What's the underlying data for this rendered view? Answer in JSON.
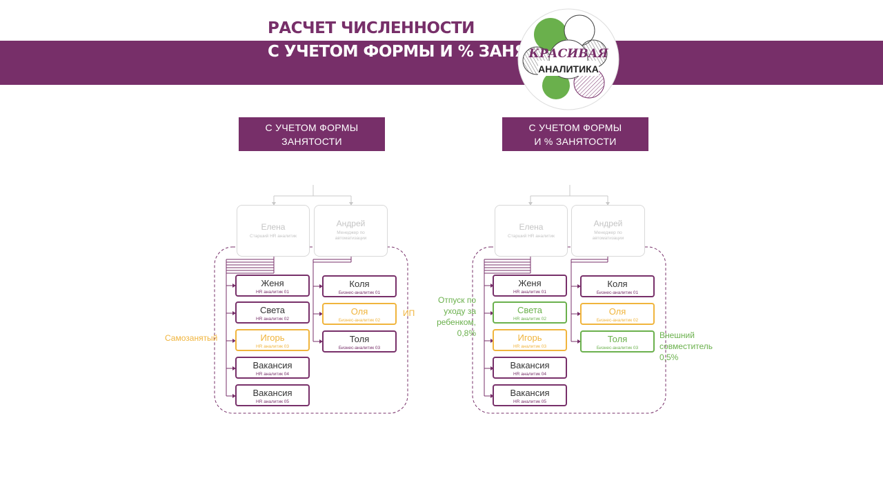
{
  "header": {
    "title_line1": "РАСЧЕТ ЧИСЛЕННОСТИ",
    "title_line2": "С УЧЕТОМ ФОРМЫ И % ЗАНЯТОСТИ",
    "logo_line1": "КРАСИВАЯ",
    "logo_line2": "АНАЛИТИКА"
  },
  "left": {
    "head_line1": "С УЧЕТОМ ФОРМЫ",
    "head_line2": "ЗАНЯТОСТИ",
    "managers": [
      {
        "name": "Елена",
        "role": "Старший HR аналитик"
      },
      {
        "name": "Андрей",
        "role": "Менеджер по автоматизации"
      }
    ],
    "team_a": [
      {
        "name": "Женя",
        "role": "HR аналитик 01",
        "status": "default"
      },
      {
        "name": "Света",
        "role": "HR аналитик 02",
        "status": "default"
      },
      {
        "name": "Игорь",
        "role": "HR аналитик 03",
        "status": "self-employed"
      },
      {
        "name": "Вакансия",
        "role": "HR аналитик 04",
        "status": "default"
      },
      {
        "name": "Вакансия",
        "role": "HR аналитик 05",
        "status": "default"
      }
    ],
    "team_b": [
      {
        "name": "Коля",
        "role": "Бизнес-аналитик 01",
        "status": "default"
      },
      {
        "name": "Оля",
        "role": "Бизнес-аналитик 02",
        "status": "ip"
      },
      {
        "name": "Толя",
        "role": "Бизнес-аналитик 03",
        "status": "default"
      }
    ],
    "notes": {
      "self_employed": "Самозанятый",
      "ip": "ИП"
    }
  },
  "right": {
    "head_line1": "С УЧЕТОМ ФОРМЫ",
    "head_line2": "И % ЗАНЯТОСТИ",
    "managers": [
      {
        "name": "Елена",
        "role": "Старший HR аналитик"
      },
      {
        "name": "Андрей",
        "role": "Менеджер по автоматизации"
      }
    ],
    "team_a": [
      {
        "name": "Женя",
        "role": "HR аналитик 01",
        "status": "default"
      },
      {
        "name": "Света",
        "role": "HR аналитик 02",
        "status": "leave"
      },
      {
        "name": "Игорь",
        "role": "HR аналитик 03",
        "status": "self-employed"
      },
      {
        "name": "Вакансия",
        "role": "HR аналитик 04",
        "status": "default"
      },
      {
        "name": "Вакансия",
        "role": "HR аналитик 05",
        "status": "default"
      }
    ],
    "team_b": [
      {
        "name": "Коля",
        "role": "Бизнес-аналитик 01",
        "status": "default"
      },
      {
        "name": "Оля",
        "role": "Бизнес-аналитик 02",
        "status": "ip"
      },
      {
        "name": "Толя",
        "role": "Бизнес-аналитик 03",
        "status": "part-time"
      }
    ],
    "notes": {
      "leave_1": "Отпуск по",
      "leave_2": "уходу за",
      "leave_3": "ребенком,",
      "leave_4": "0,8%",
      "parttime_1": "Внешний",
      "parttime_2": "совместитель",
      "parttime_3": "0,5%"
    }
  },
  "colors": {
    "brand": "#772f69",
    "orange": "#f0b43c",
    "green": "#6ab04c",
    "gray": "#c4c4c4"
  }
}
